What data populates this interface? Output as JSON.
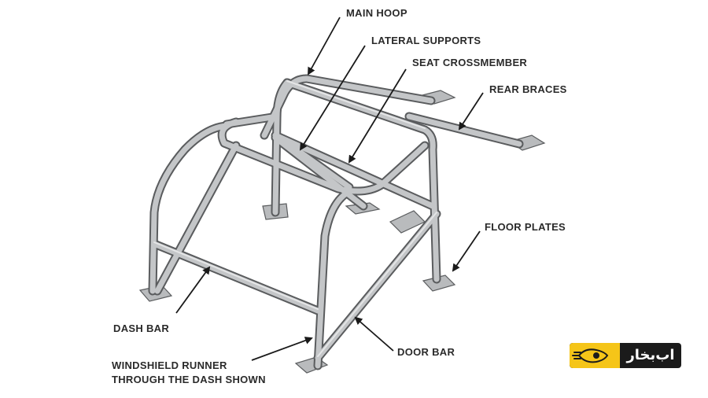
{
  "labels": {
    "main_hoop": "MAIN HOOP",
    "lateral_supports": "LATERAL SUPPORTS",
    "seat_crossmember": "SEAT CROSSMEMBER",
    "rear_braces": "REAR BRACES",
    "floor_plates": "FLOOR PLATES",
    "dash_bar": "DASH BAR",
    "door_bar": "DOOR BAR",
    "windshield_runner_line1": "WINDSHIELD RUNNER",
    "windshield_runner_line2": "THROUGH THE DASH SHOWN"
  },
  "logo": {
    "text": "اب‌بخار",
    "accent": "#f5c518",
    "background": "#1b1b1b"
  },
  "colors": {
    "tube": "#c4c6c8",
    "tube_outline": "#5a5c5e",
    "plate": "#b9bbbd",
    "label": "#2a2a2a",
    "arrow": "#1a1a1a"
  }
}
